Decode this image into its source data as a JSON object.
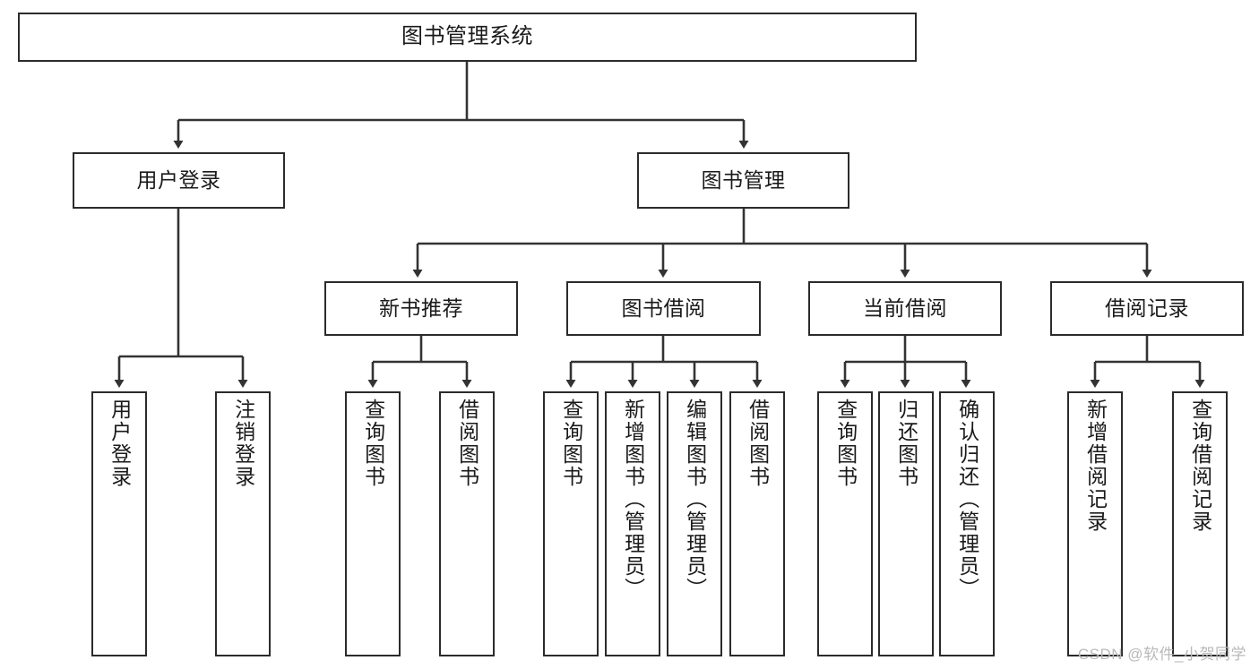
{
  "diagram": {
    "title": "图书管理系统",
    "type": "tree-hierarchy",
    "colors": {
      "box_border": "#2b2b2b",
      "box_fill": "#ffffff",
      "connector": "#333333",
      "text": "#1a1a1a",
      "watermark": "#b9b9b9",
      "background": "#ffffff"
    }
  },
  "root": {
    "label": "图书管理系统"
  },
  "level1": [
    {
      "label": "用户登录"
    },
    {
      "label": "图书管理"
    }
  ],
  "level2": [
    {
      "label": "新书推荐"
    },
    {
      "label": "图书借阅"
    },
    {
      "label": "当前借阅"
    },
    {
      "label": "借阅记录"
    }
  ],
  "leaves": {
    "user_login": [
      {
        "label": "用户登录"
      },
      {
        "label": "注销登录"
      }
    ],
    "new_book_recommend": [
      {
        "label": "查询图书"
      },
      {
        "label": "借阅图书"
      }
    ],
    "book_borrow": [
      {
        "label": "查询图书"
      },
      {
        "label": "新增图书（管理员）"
      },
      {
        "label": "编辑图书（管理员）"
      },
      {
        "label": "借阅图书"
      }
    ],
    "current_borrow": [
      {
        "label": "查询图书"
      },
      {
        "label": "归还图书"
      },
      {
        "label": "确认归还（管理员）"
      }
    ],
    "borrow_record": [
      {
        "label": "新增借阅记录"
      },
      {
        "label": "查询借阅记录"
      }
    ]
  },
  "watermark": {
    "text": "CSDN @软件_小贺同学"
  }
}
